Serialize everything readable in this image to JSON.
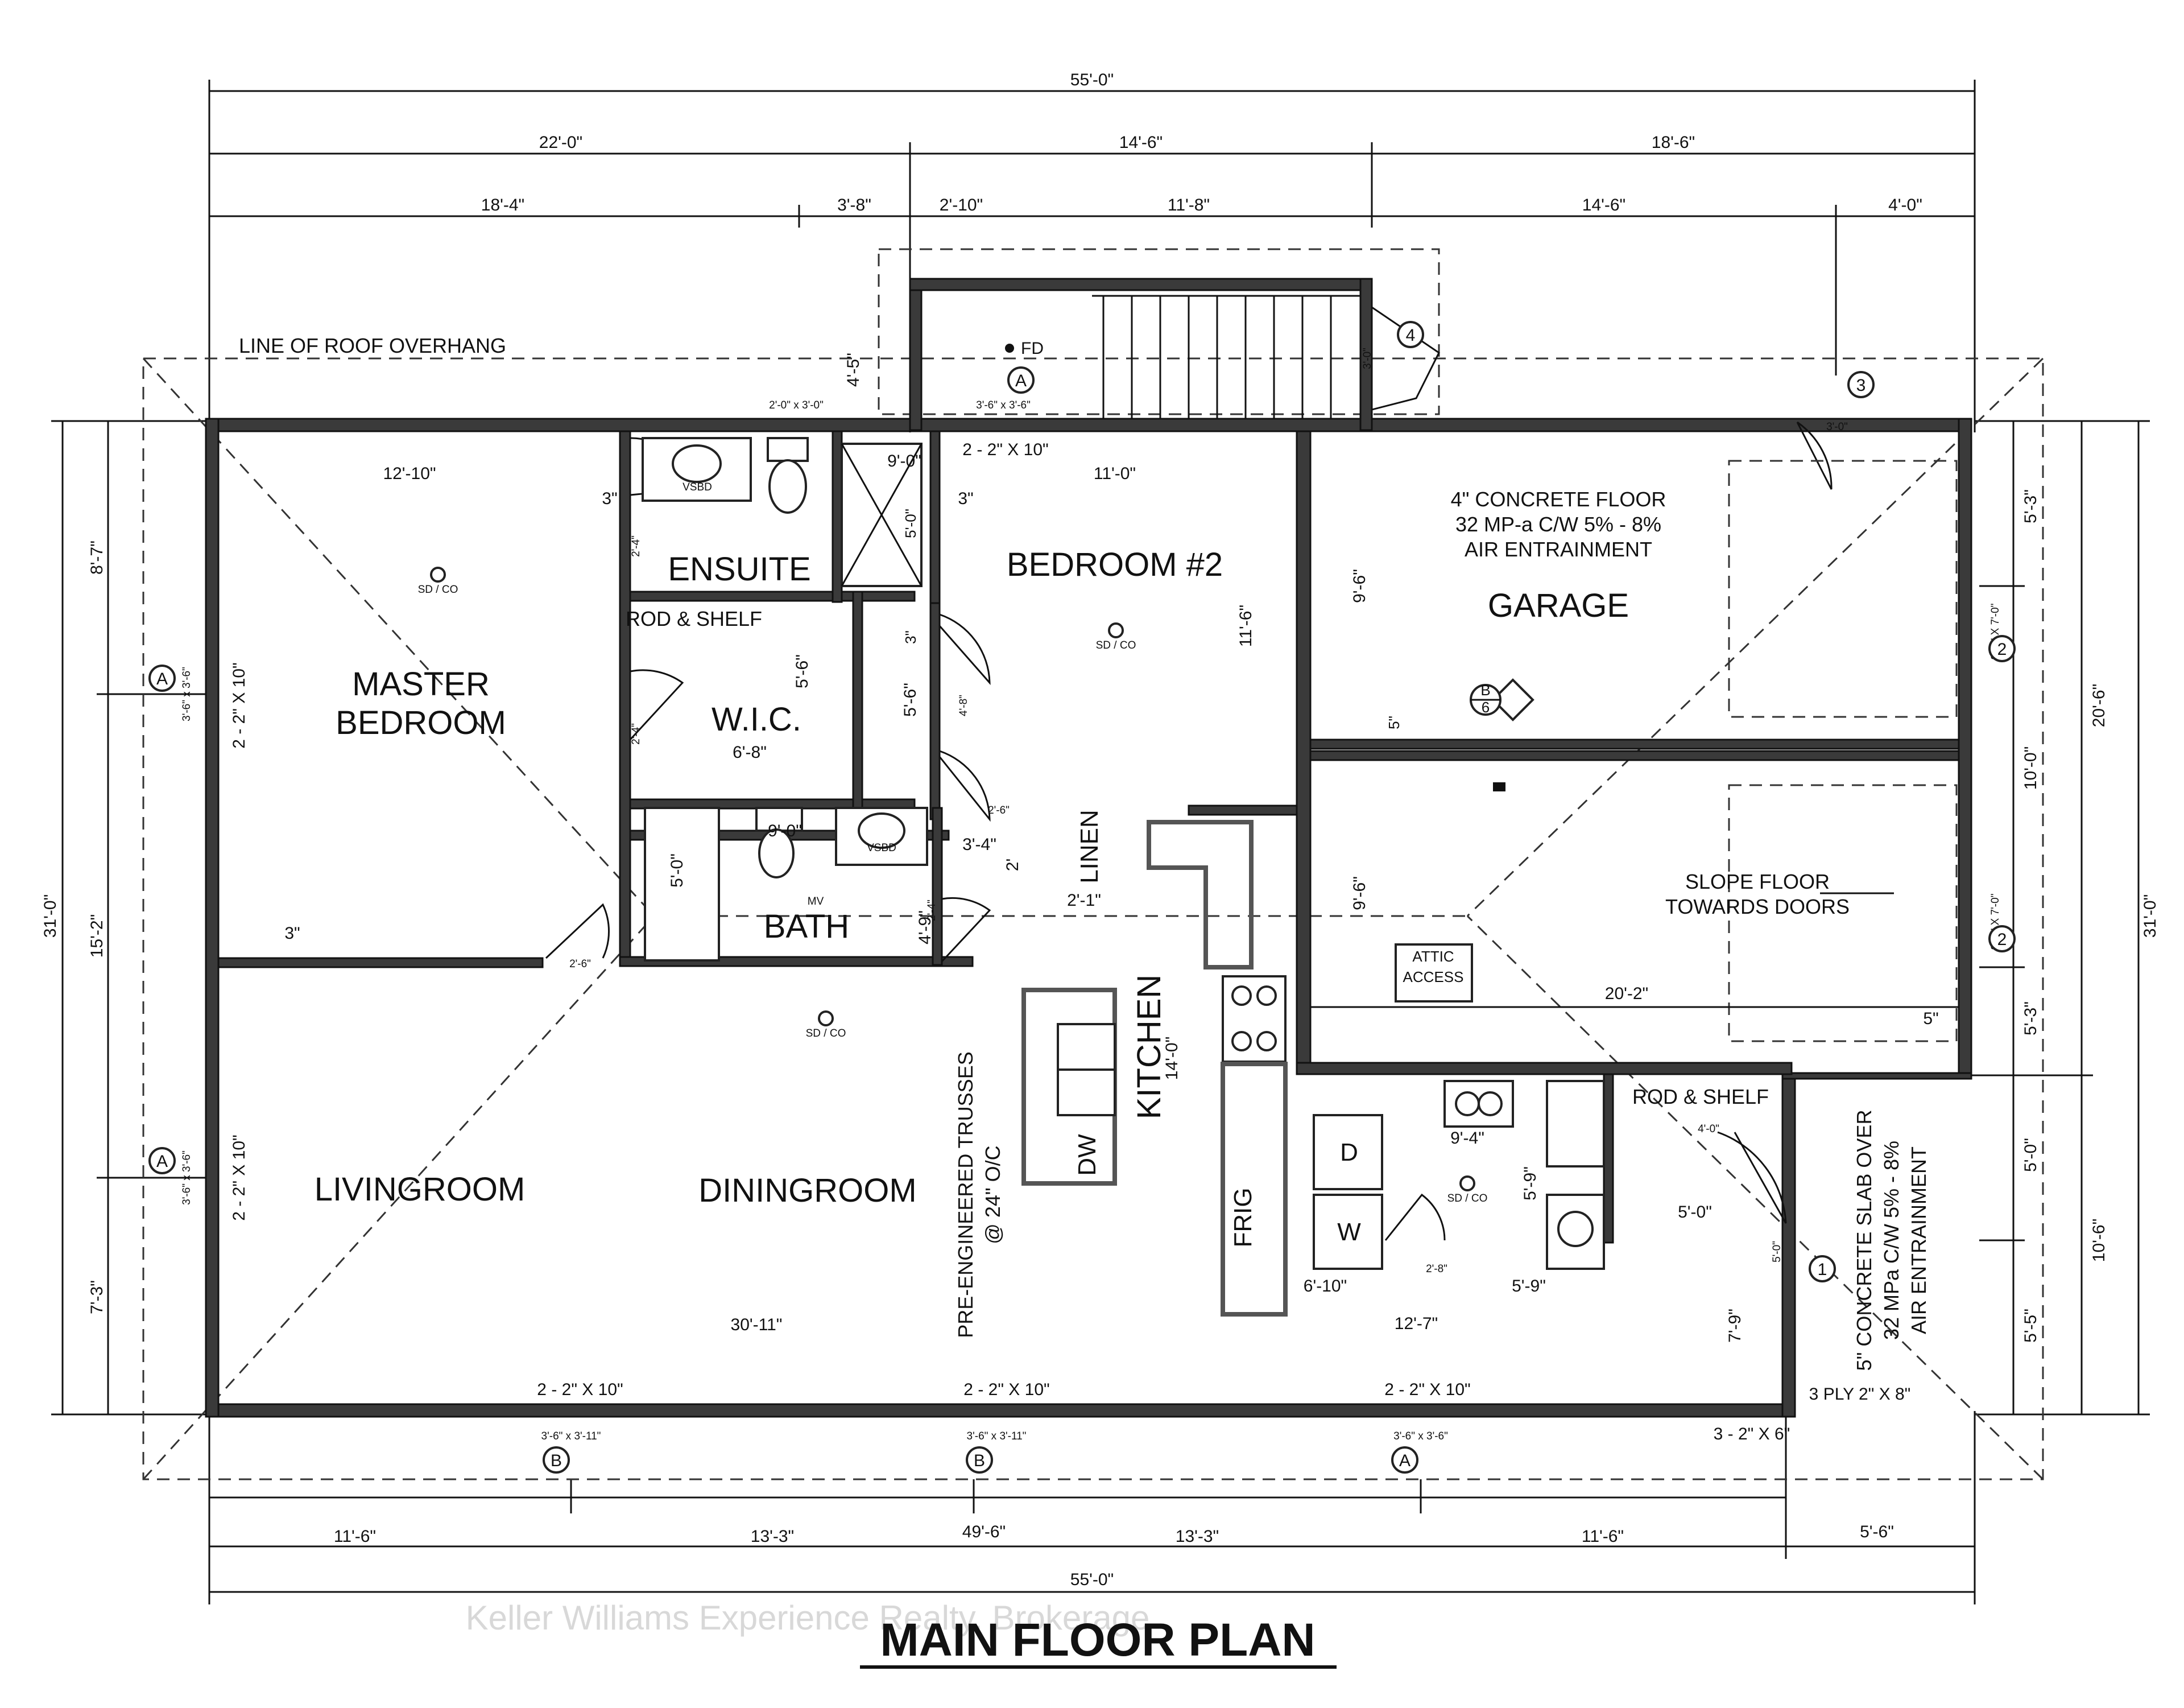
{
  "title": "MAIN FLOOR PLAN",
  "watermark": "Keller Williams Experience Realty, Brokerage",
  "dimensions": {
    "top_overall": "55'-0\"",
    "top_1": "22'-0\"",
    "top_2": "14'-6\"",
    "top_3": "18'-6\"",
    "top_a": "18'-4\"",
    "top_b": "3'-8\"",
    "top_c": "2'-10\"",
    "top_d": "11'-8\"",
    "top_e": "14'-6\"",
    "top_f": "4'-0\"",
    "bottom_a": "11'-6\"",
    "bottom_b": "13'-3\"",
    "bottom_c": "13'-3\"",
    "bottom_d": "11'-6\"",
    "bottom_sub": "49'-6\"",
    "bottom_side": "5'-6\"",
    "bottom_overall": "55'-0\"",
    "left_overall": "31'-0\"",
    "left_a": "8'-7\"",
    "left_b": "15'-2\"",
    "left_c": "7'-3\"",
    "right_overall": "31'-0\"",
    "right_mid": "20'-6\"",
    "right_low": "10'-6\"",
    "right_a": "5'-3\"",
    "right_b": "10'-0\"",
    "right_c": "5'-3\"",
    "right_d": "5'-0\"",
    "right_e": "5'-5\"",
    "stair_h": "4'-5\"",
    "master_w": "12'-10\"",
    "bed2_w": "11'-0\"",
    "bed2_h": "11'-6\"",
    "three_1": "3\"",
    "three_2": "3\"",
    "three_3": "3\"",
    "nine_0": "9'-0\"",
    "five_0_shower": "5'-0\"",
    "garage_h1": "9'-6\"",
    "garage_h2": "9'-6\"",
    "five_in": "5\"",
    "five_in_2": "5\"",
    "twenty_2": "20'-2\"",
    "wic_w": "6'-8\"",
    "wic_h": "5'-6\"",
    "closet_h": "5'-6\"",
    "closet_3": "3\"",
    "bath_w": "9'-0\"",
    "bath_h": "5'-0\"",
    "hall_1": "3'-4\"",
    "hall_2": "4'-9\"",
    "hall_3": "2'-1\"",
    "hall_4": "2'",
    "kitchen_h": "14'-0\"",
    "living_w": "30'-11\"",
    "laundry_w": "9'-4\"",
    "laundry_h": "5'-9\"",
    "laundry_a": "6'-10\"",
    "laundry_b": "5'-9\"",
    "laundry_c": "12'-7\"",
    "porch_w": "5'-0\"",
    "porch_h": "7'-9\""
  },
  "rooms": {
    "ensuite": "ENSUITE",
    "bedroom2": "BEDROOM #2",
    "garage": "GARAGE",
    "master_1": "MASTER",
    "master_2": "BEDROOM",
    "wic": "W.I.C.",
    "bath": "BATH",
    "kitchen": "KITCHEN",
    "living": "LIVINGROOM",
    "dining": "DININGROOM",
    "linen": "LINEN",
    "frig": "FRIG",
    "dw": "DW",
    "dryer": "D",
    "washer": "W"
  },
  "notes": {
    "roof_overhang": "LINE OF ROOF OVERHANG",
    "floor_1": "4\" CONCRETE FLOOR",
    "floor_2": "32 MP-a C/W 5% - 8%",
    "floor_3": "AIR ENTRAINMENT",
    "slope_1": "SLOPE FLOOR",
    "slope_2": "TOWARDS DOORS",
    "attic_1": "ATTIC",
    "attic_2": "ACCESS",
    "trusses_1": "PRE-ENGINEERED TRUSSES",
    "trusses_2": "@ 24\" O/C",
    "slab_1": "5\" CONCRETE SLAB OVER",
    "slab_2": "32 MPa C/W 5% - 8%",
    "slab_3": "AIR ENTRAINMENT",
    "rod_shelf_1": "ROD & SHELF",
    "rod_shelf_2": "ROD & SHELF",
    "fd": "FD",
    "ply": "3 PLY 2\" X 8\"",
    "beam_bottom": "3 - 2\" X 6\"",
    "lintel_1": "2 - 2\" X 10\"",
    "lintel_2": "2 - 2\" X 10\"",
    "lintel_3": "2 - 2\" X 10\"",
    "lintel_4": "2 - 2\" X 10\"",
    "lintel_5": "2 - 2\" X 10\"",
    "lintel_6": "2 - 2\" X 10\"",
    "win_1": "2'-0\" x 3'-0\"",
    "win_2": "3'-6\" x 3'-6\"",
    "win_3": "3'-6\" x 3'-6\"",
    "win_4": "3'-6\" x 3'-6\"",
    "win_5": "3'-6\" x 3'-11\"",
    "win_6": "3'-6\" x 3'-11\"",
    "win_7": "3'-6\" x 3'-6\"",
    "gdoor_1": "8'-0\" X 7'-0\"",
    "gdoor_2": "8'-0\" X 7'-0\"",
    "door_3": "3'-0\"",
    "door_3b": "3'-0\"",
    "door_1": "5'-0\"",
    "d_24a": "2'-4\"",
    "d_24b": "2'-4\"",
    "d_24c": "2'-4\"",
    "d_26a": "2'-6\"",
    "d_26b": "2'-6\"",
    "d_48": "4'-8\"",
    "d_28": "2'-8\"",
    "d_40": "4'-0\"",
    "sd_1": "SD / CO",
    "sd_2": "SD / CO",
    "sd_3": "SD / CO",
    "sd_4": "SD / CO",
    "vsbd_1": "VSBD",
    "vsbd_2": "VSBD",
    "mv": "MV"
  },
  "tags": {
    "a1": "A",
    "a2": "A",
    "a3": "A",
    "a4": "A",
    "b1": "B",
    "b2": "B",
    "s1": "1",
    "s2": "2",
    "s3": "2",
    "s4": "3",
    "s5": "4",
    "sec_b": "B",
    "sec_6": "6"
  }
}
